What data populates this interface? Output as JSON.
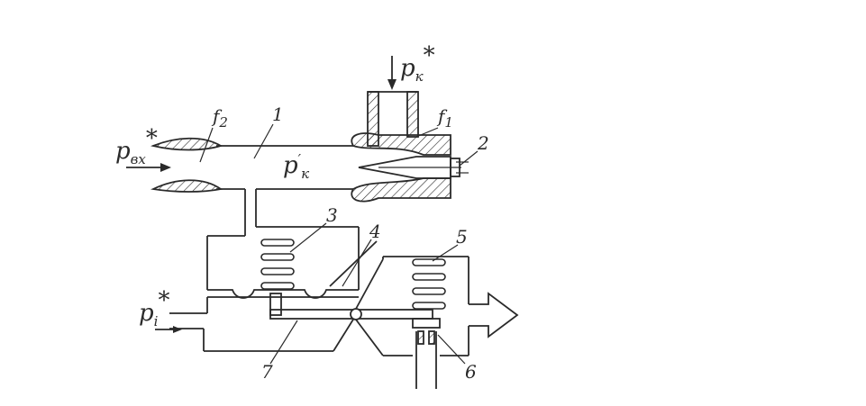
{
  "labels": {
    "p_in": {
      "main": "p",
      "sub": "вх",
      "mark": "*"
    },
    "p_k": {
      "main": "p",
      "sub": "к",
      "mark": "*"
    },
    "p_k_prime": {
      "main": "p",
      "prime": "′",
      "sub": "к"
    },
    "p_i": {
      "main": "p",
      "sub": "i",
      "mark": "*"
    },
    "f1": {
      "main": "f",
      "sub": "1"
    },
    "f2": {
      "main": "f",
      "sub": "2"
    },
    "n1": "1",
    "n2": "2",
    "n3": "3",
    "n4": "4",
    "n5": "5",
    "n6": "6",
    "n7": "7"
  },
  "colors": {
    "ink": "#2a2a2a",
    "background": "#ffffff"
  }
}
